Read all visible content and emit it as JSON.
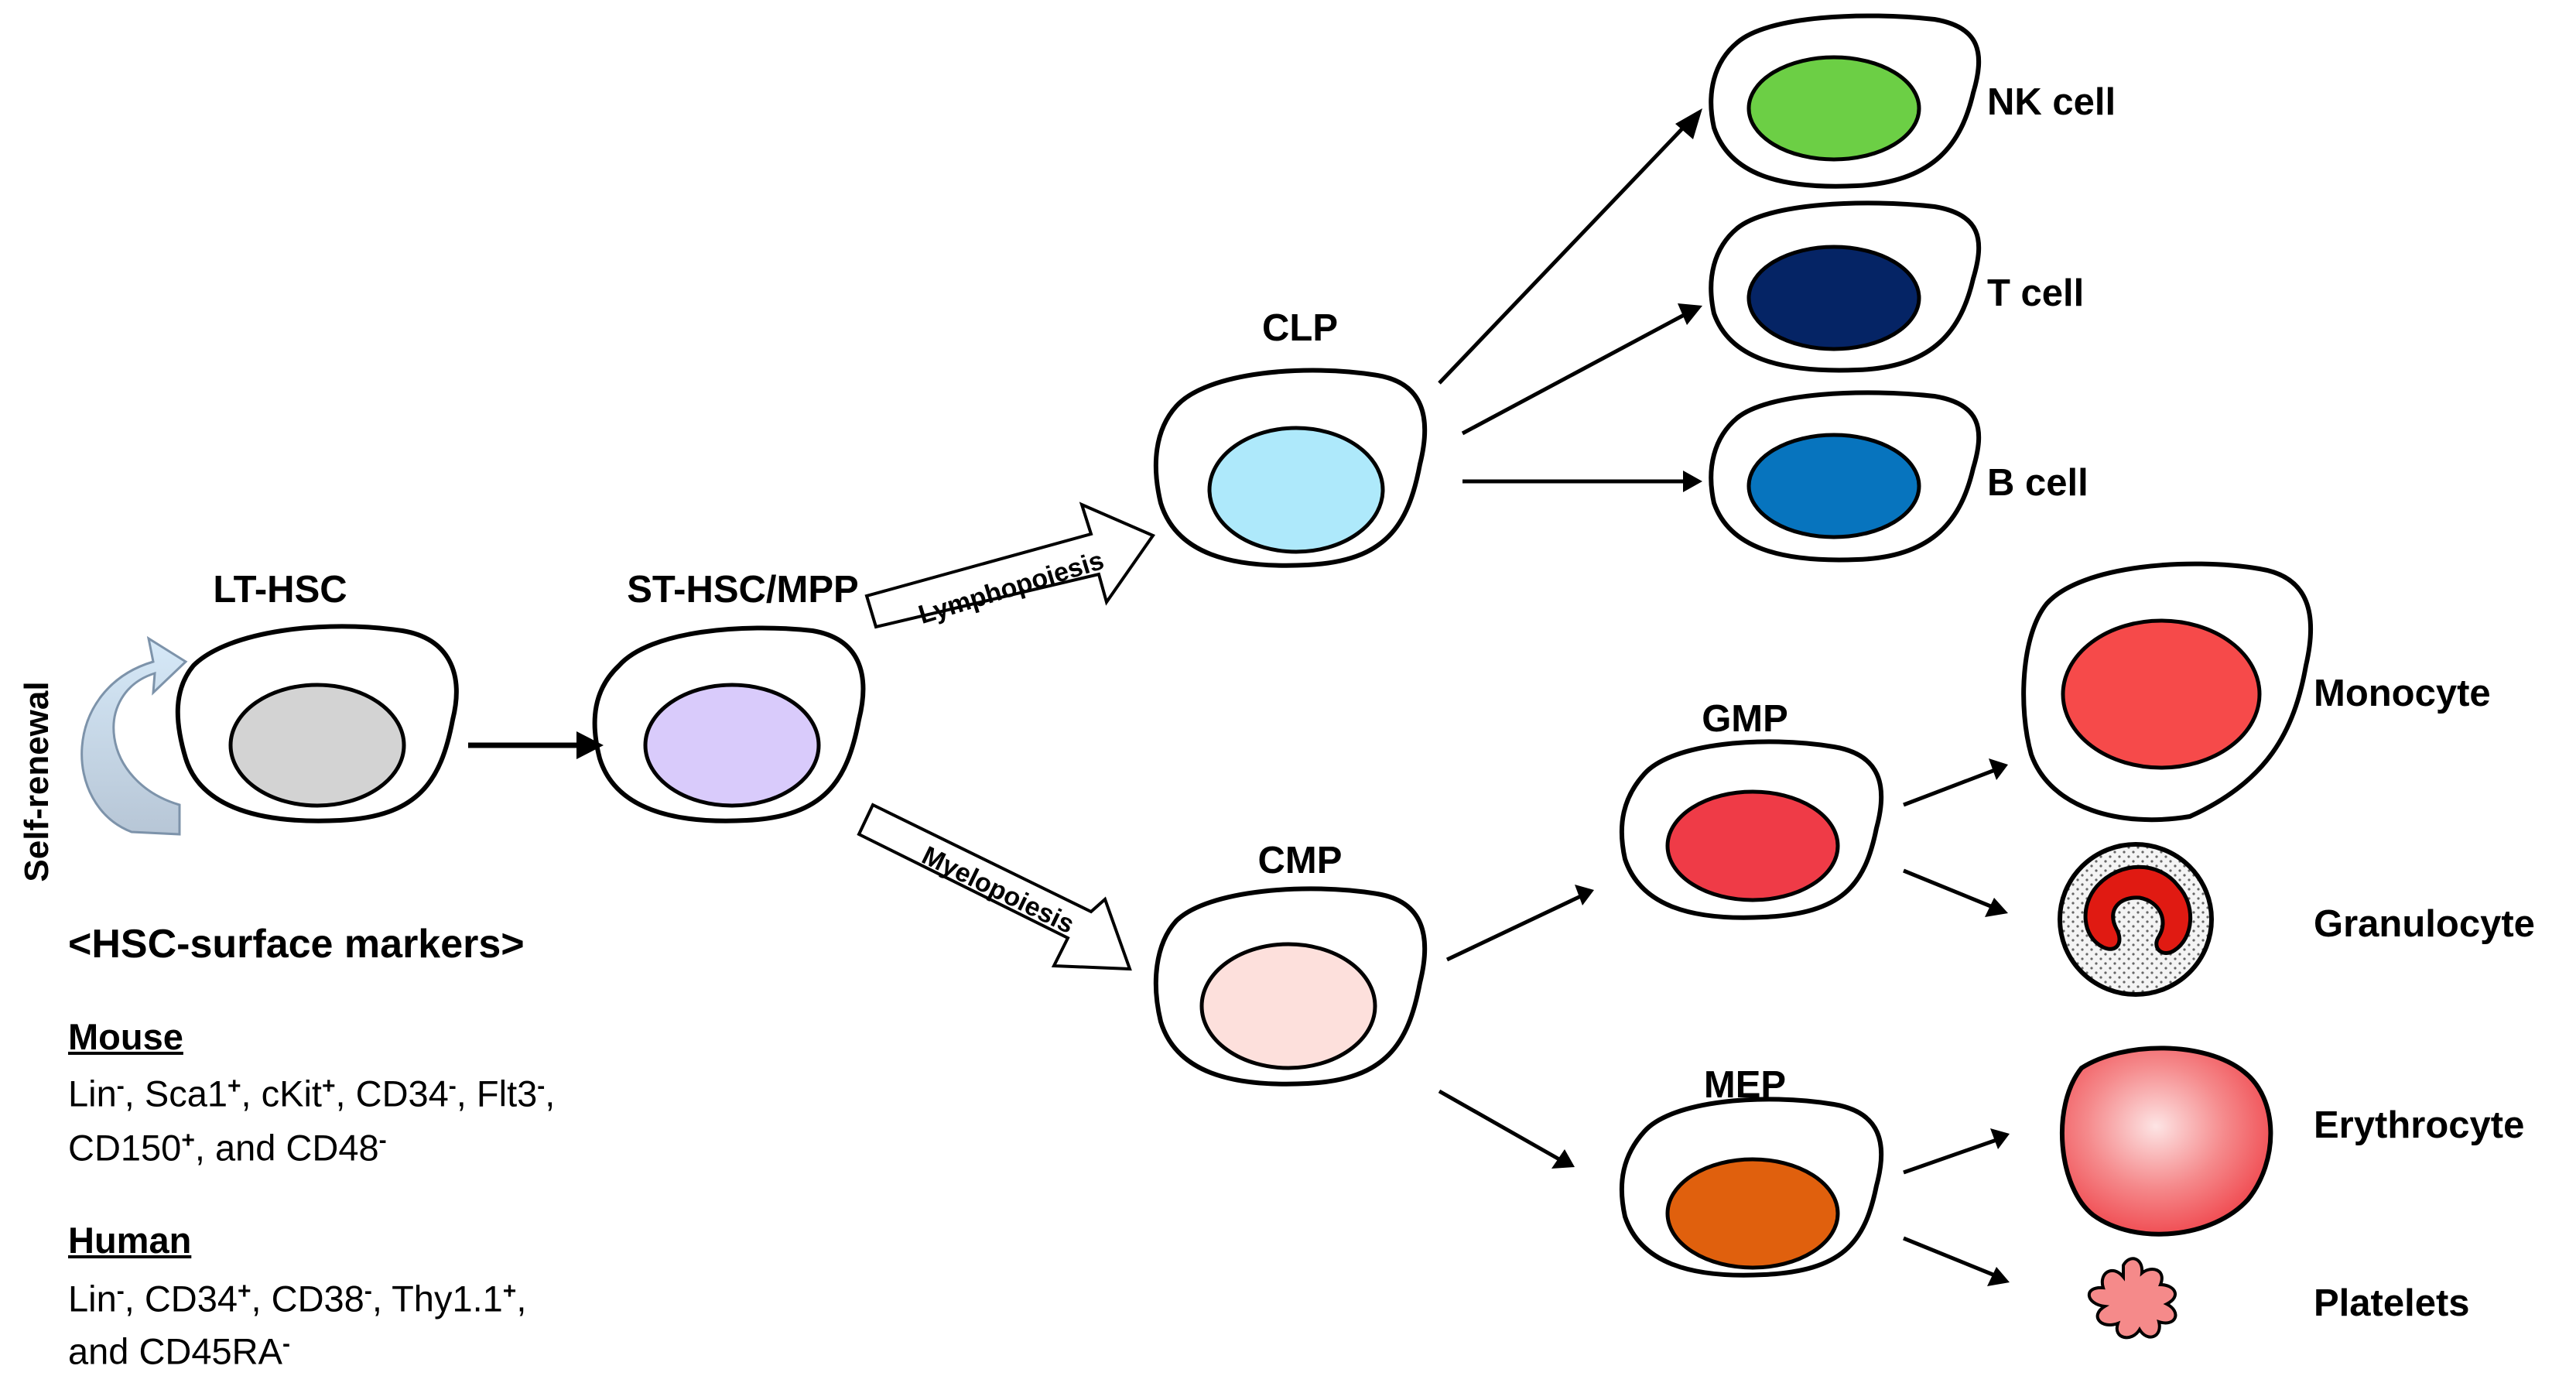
{
  "self_renewal": "Self-renewal",
  "nodes": {
    "lt_hsc": "LT-HSC",
    "st_hsc_mpp": "ST-HSC/MPP",
    "clp": "CLP",
    "cmp": "CMP",
    "gmp": "GMP",
    "mep": "MEP",
    "nk_cell": "NK cell",
    "t_cell": "T cell",
    "b_cell": "B cell",
    "monocyte": "Monocyte",
    "granulocyte": "Granulocyte",
    "erythrocyte": "Erythrocyte",
    "platelets": "Platelets"
  },
  "arrows": {
    "lymphopoiesis": "Lymphopoiesis",
    "myelopoiesis": "Myelopoiesis"
  },
  "markers": {
    "title": "<HSC-surface markers>",
    "mouse": {
      "heading": "Mouse",
      "line1": [
        {
          "t": "Lin"
        },
        {
          "sup": "-"
        },
        {
          "t": ", Sca1"
        },
        {
          "sup": "+"
        },
        {
          "t": ", cKit"
        },
        {
          "sup": "+"
        },
        {
          "t": ", CD34"
        },
        {
          "sup": "-"
        },
        {
          "t": ", Flt3"
        },
        {
          "sup": "-"
        },
        {
          "t": ","
        }
      ],
      "line2": [
        {
          "t": "CD150"
        },
        {
          "sup": "+"
        },
        {
          "t": ", and CD48"
        },
        {
          "sup": "-"
        }
      ]
    },
    "human": {
      "heading": "Human",
      "line1": [
        {
          "t": "Lin"
        },
        {
          "sup": "-"
        },
        {
          "t": ", CD34"
        },
        {
          "sup": "+"
        },
        {
          "t": ", CD38"
        },
        {
          "sup": "-"
        },
        {
          "t": ", Thy1.1"
        },
        {
          "sup": "+"
        },
        {
          "t": ","
        }
      ],
      "line2": [
        {
          "t": "and CD45RA"
        },
        {
          "sup": "-"
        }
      ]
    }
  },
  "colors": {
    "lt_hsc": "#d3d3d3",
    "st_hsc": "#d9cbfb",
    "clp": "#aee9fb",
    "cmp": "#fde0dc",
    "gmp": "#ef3b47",
    "mep": "#e0600d",
    "nk": "#6ccf45",
    "t": "#052465",
    "b": "#0774be",
    "monocyte": "#f64a4a",
    "granulocyte": "#e01a12",
    "erythrocyte": "#f3545a",
    "platelets": "#f58a8a",
    "self_renewal": "#cde3f4"
  }
}
